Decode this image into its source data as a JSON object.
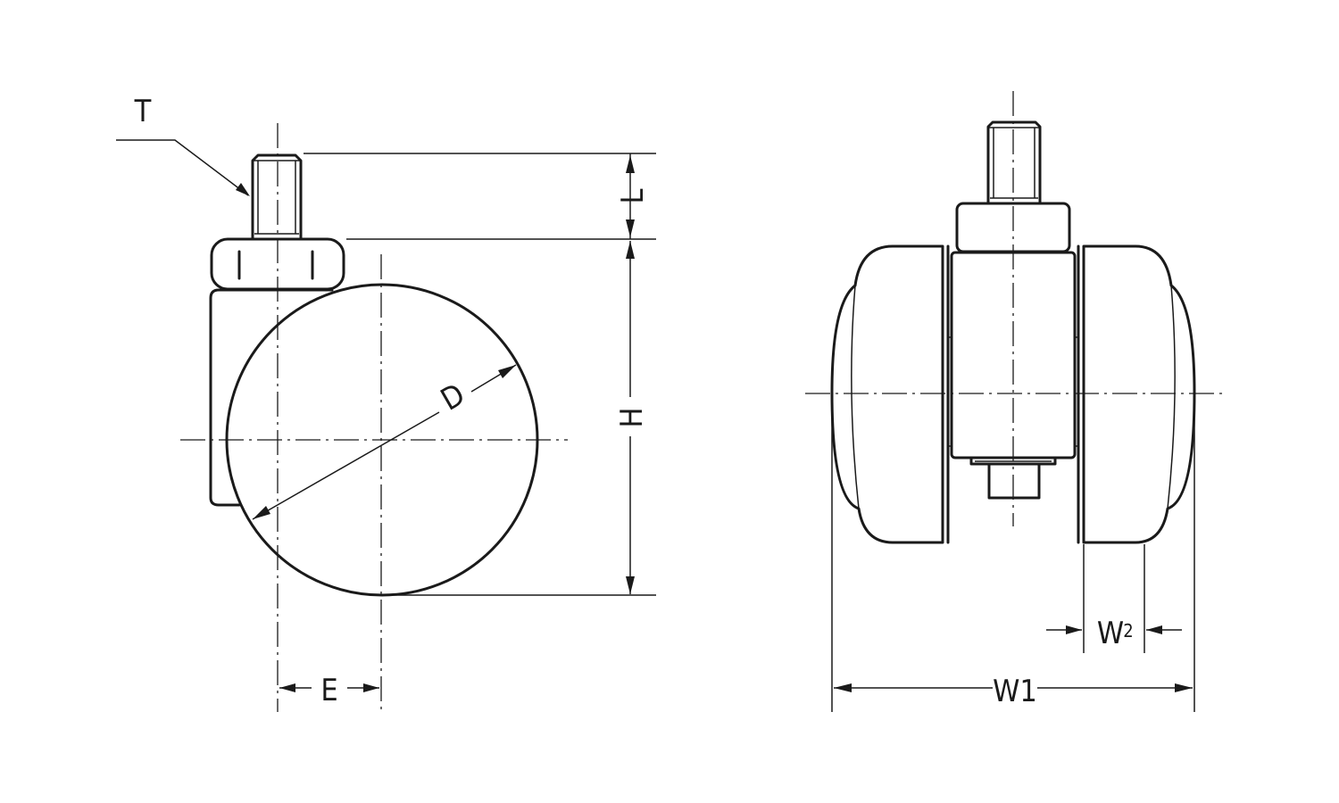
{
  "labels": {
    "thread": "T",
    "stem_length": "L",
    "height": "H",
    "diameter": "D",
    "offset": "E",
    "overall_width": "W1",
    "wheel_width_main": "W",
    "wheel_width_sub": "2"
  },
  "colors": {
    "line": "#1a1a1a",
    "background": "#ffffff"
  }
}
